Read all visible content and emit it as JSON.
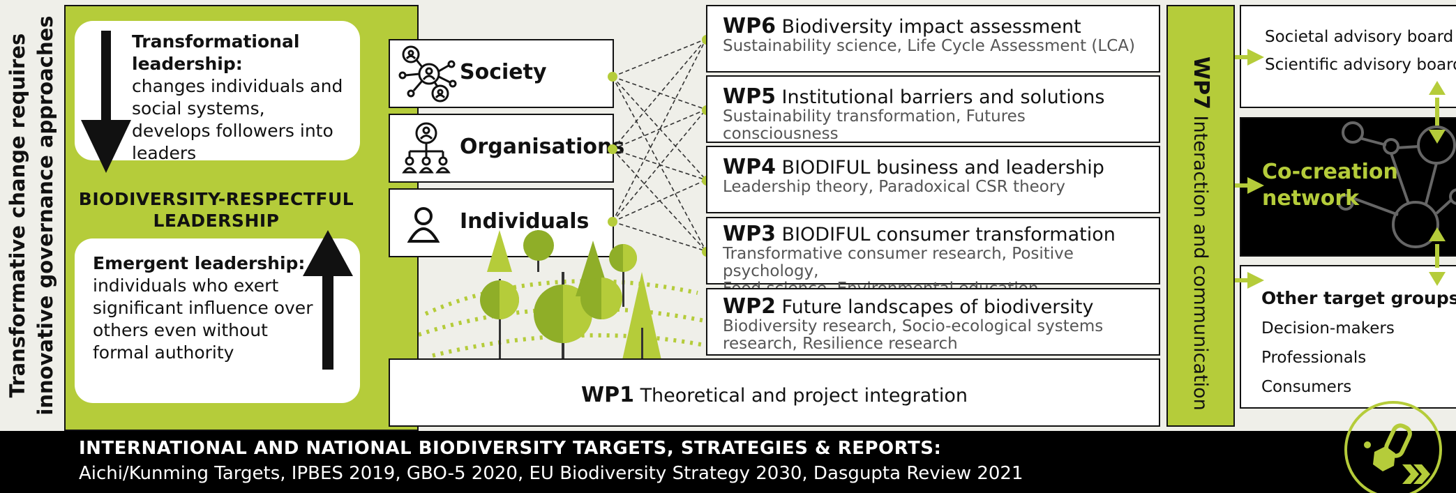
{
  "side_title": [
    "Transformative change requires",
    "innovative governance approaches"
  ],
  "leadership": {
    "transformational": {
      "title": "Transformational leadership:",
      "body": "changes individuals and social systems, develops followers into leaders"
    },
    "center": [
      "BIODIVERSITY-RESPECTFUL",
      "LEADERSHIP"
    ],
    "emergent": {
      "title": "Emergent leadership:",
      "body": "individuals who exert significant influence over others even without formal authority"
    }
  },
  "levels": [
    {
      "label": "Society",
      "icon": "network-people-icon"
    },
    {
      "label": "Organisations",
      "icon": "org-chart-icon"
    },
    {
      "label": "Individuals",
      "icon": "person-icon"
    }
  ],
  "work_packages": [
    {
      "code": "WP6",
      "title": "Biodiversity impact assessment",
      "subtitle": [
        "Sustainability science, Life Cycle Assessment (LCA)"
      ]
    },
    {
      "code": "WP5",
      "title": "Institutional barriers and solutions",
      "subtitle": [
        "Sustainability transformation, Futures consciousness"
      ]
    },
    {
      "code": "WP4",
      "title": "BIODIFUL business and leadership",
      "subtitle": [
        "Leadership theory, Paradoxical CSR theory"
      ]
    },
    {
      "code": "WP3",
      "title": "BIODIFUL consumer transformation",
      "subtitle": [
        "Transformative consumer research, Positive psychology,",
        "Food science, Environmental education"
      ]
    },
    {
      "code": "WP2",
      "title": "Future landscapes of biodiversity",
      "subtitle": [
        "Biodiversity research, Socio-ecological systems",
        "research, Resilience research"
      ]
    }
  ],
  "wp1": {
    "code": "WP1",
    "title": "Theoretical and project integration"
  },
  "wp7": {
    "code": "WP7",
    "title": "Interaction and communication"
  },
  "advisory": [
    "Societal advisory board",
    "Scientific advisory board"
  ],
  "cocreation": [
    "Co-creation",
    "network"
  ],
  "targets": {
    "title": "Other target groups",
    "items": [
      "Decision-makers",
      "Professionals",
      "Consumers"
    ]
  },
  "footer": {
    "title": "INTERNATIONAL AND NATIONAL BIODIVERSITY TARGETS, STRATEGIES & REPORTS:",
    "body": "Aichi/Kunming Targets, IPBES 2019, GBO-5 2020, EU Biodiversity Strategy 2030, Dasgupta Review 2021"
  },
  "colors": {
    "accent": "#b5cc3a",
    "dark": "#111111",
    "footer": "#000000"
  }
}
